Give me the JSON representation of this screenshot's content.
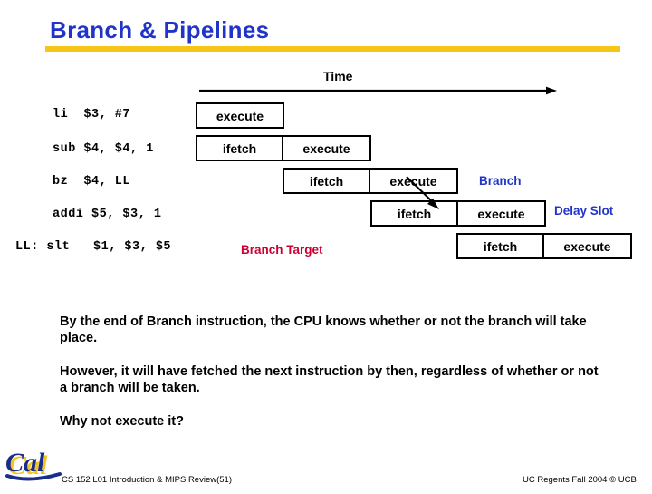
{
  "slide": {
    "title": "Branch & Pipelines",
    "accent_blue": "#2035C8",
    "accent_yellow": "#F5C518",
    "accent_red": "#CC0033"
  },
  "timeline": {
    "label": "Time",
    "axis_icon": "right-arrow-icon"
  },
  "instructions": [
    {
      "text": "li  $3, #7"
    },
    {
      "text": "sub $4, $4, 1"
    },
    {
      "text": "bz  $4, LL"
    },
    {
      "text": "addi $5, $3, 1"
    },
    {
      "text": "LL: slt   $1, $3, $5"
    }
  ],
  "pipeline_rows": [
    {
      "stages": [
        "execute"
      ]
    },
    {
      "stages": [
        "ifetch",
        "execute"
      ]
    },
    {
      "stages": [
        "ifetch",
        "execute"
      ]
    },
    {
      "stages": [
        "ifetch",
        "execute"
      ]
    },
    {
      "stages": [
        "ifetch",
        "execute"
      ]
    }
  ],
  "annotations": [
    {
      "text": "Branch",
      "color": "blue"
    },
    {
      "text": "Delay Slot",
      "color": "blue"
    },
    {
      "text": "Branch Target",
      "color": "red"
    }
  ],
  "body": [
    "By the end of Branch instruction, the CPU knows whether or not the branch will take place.",
    "However, it will have fetched the next instruction by then, regardless of whether or not a branch will be taken.",
    "Why not execute it?"
  ],
  "footer": {
    "logo_text": "Cal",
    "left": "CS 152 L01 Introduction & MIPS Review(51)",
    "right": "UC Regents Fall 2004 © UCB"
  }
}
